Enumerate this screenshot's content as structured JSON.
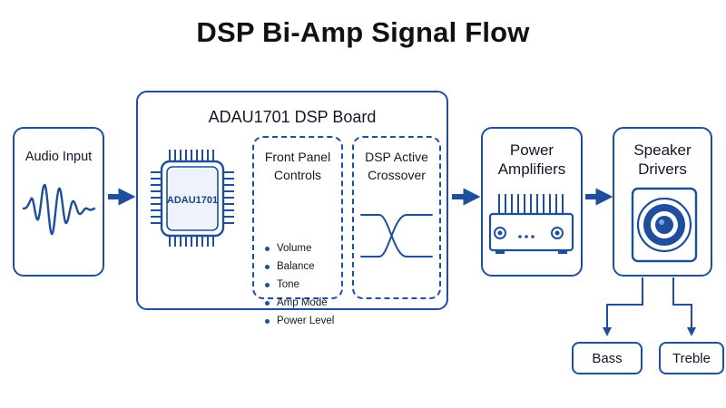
{
  "title": "DSP Bi-Amp Signal Flow",
  "audio_input": {
    "label": "Audio Input"
  },
  "dsp_board": {
    "label": "ADAU1701 DSP Board",
    "chip_label": "ADAU1701",
    "front_panel": {
      "label_line1": "Front Panel",
      "label_line2": "Controls",
      "items": [
        "Volume",
        "Balance",
        "Tone",
        "Amp Mode",
        "Power Level"
      ]
    },
    "crossover": {
      "label_line1": "DSP Active",
      "label_line2": "Crossover"
    }
  },
  "power_amplifiers": {
    "label_line1": "Power",
    "label_line2": "Amplifiers"
  },
  "speaker_drivers": {
    "label_line1": "Speaker",
    "label_line2": "Drivers"
  },
  "outputs": {
    "bass": "Bass",
    "treble": "Treble"
  },
  "colors": {
    "accent": "#1f4e9c",
    "text": "#111827"
  }
}
